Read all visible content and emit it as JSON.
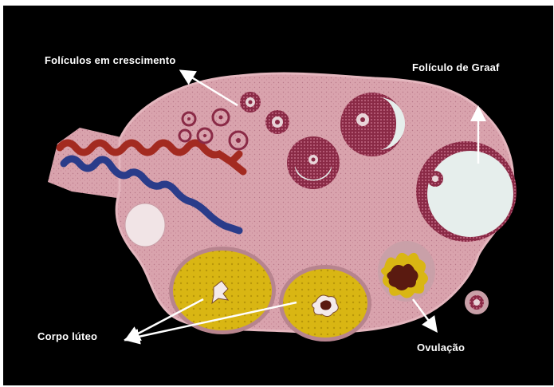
{
  "labels": {
    "growing_follicles": "Folículos em crescimento",
    "graafian_follicle": "Folículo de Graaf",
    "corpus_luteum": "Corpo lúteo",
    "ovulation": "Ovulação"
  },
  "colors": {
    "background": "#000000",
    "stroma": "#d9a3ad",
    "granulosa": "#8a2a46",
    "antrum": "#e6eeec",
    "corpus_luteum": "#d9b613",
    "artery": "#a32a20",
    "vein": "#2a3c8a",
    "arrow": "#ffffff"
  }
}
